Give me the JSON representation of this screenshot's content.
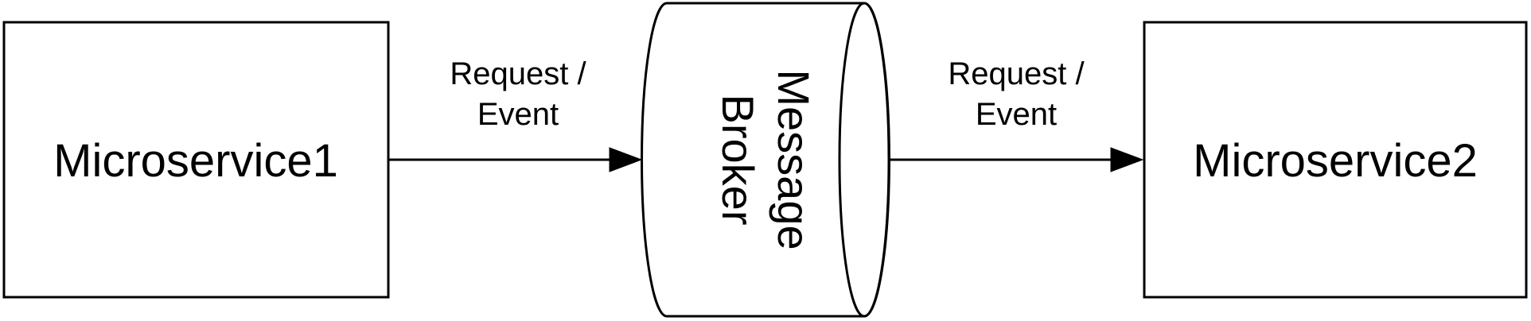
{
  "diagram": {
    "nodes": {
      "microservice1": {
        "label": "Microservice1"
      },
      "broker": {
        "label_line1": "Message",
        "label_line2": "Broker"
      },
      "microservice2": {
        "label": "Microservice2"
      }
    },
    "edges": {
      "left": {
        "label_line1": "Request /",
        "label_line2": "Event"
      },
      "right": {
        "label_line1": "Request /",
        "label_line2": "Event"
      }
    },
    "colors": {
      "stroke": "#000000",
      "fill": "#ffffff",
      "text": "#000000"
    }
  }
}
